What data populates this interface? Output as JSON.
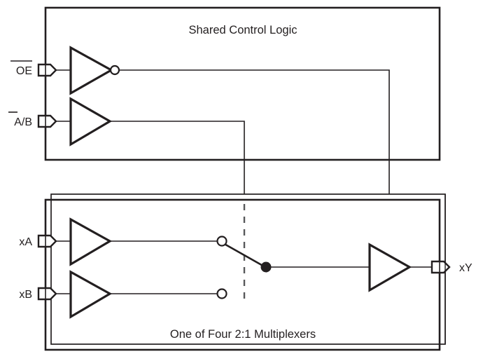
{
  "diagram": {
    "title": "Shared Control Logic",
    "type": "logic-block-diagram"
  },
  "blocks": {
    "control": {
      "label": "Shared Control Logic",
      "gates": [
        {
          "name": "oe-inverter",
          "type": "inverter",
          "inverting": true
        },
        {
          "name": "ab-buffer",
          "type": "buffer",
          "inverting": false
        }
      ]
    },
    "mux": {
      "label": "One of Four 2:1 Multiplexers",
      "gates": [
        {
          "name": "xa-buffer",
          "type": "buffer",
          "inverting": false
        },
        {
          "name": "xb-buffer",
          "type": "buffer",
          "inverting": false
        },
        {
          "name": "output-buffer",
          "type": "tristate-buffer",
          "inverting": false
        }
      ],
      "switch": {
        "name": "mux-switch",
        "selected_input": "xA",
        "contacts": [
          "xA",
          "xB"
        ]
      }
    }
  },
  "ports": {
    "inputs": [
      {
        "name": "oe-input-port",
        "label": "OE",
        "overbar": "full",
        "direction": "in"
      },
      {
        "name": "ab-input-port",
        "label": "A/B",
        "overbar": "first",
        "direction": "in"
      },
      {
        "name": "xa-input-port",
        "label": "xA",
        "overbar": "none",
        "direction": "in"
      },
      {
        "name": "xb-input-port",
        "label": "xB",
        "overbar": "none",
        "direction": "in"
      }
    ],
    "outputs": [
      {
        "name": "xy-output-port",
        "label": "xY",
        "overbar": "none",
        "direction": "out"
      }
    ]
  },
  "labels": {
    "oe": "OE",
    "ab": "A/B",
    "ab_first": "A",
    "ab_rest": "/B",
    "xa": "xA",
    "xb": "xB",
    "xy": "xY",
    "control_title": "Shared Control Logic",
    "mux_title": "One of Four 2:1 Multiplexers"
  },
  "colors": {
    "line": "#231f20",
    "dashed_control": "#58595b",
    "background": "#ffffff"
  }
}
